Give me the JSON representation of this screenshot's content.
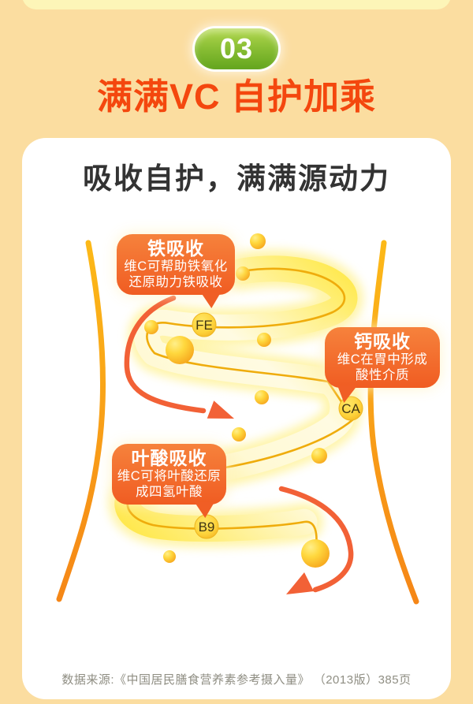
{
  "page": {
    "section_number": "03",
    "title": "满满VC 自护加乘",
    "card_title": "吸收自护，满满源动力",
    "source": "数据来源:《中国居民膳食营养素参考摄入量》 （2013版）385页"
  },
  "callouts": [
    {
      "id": "iron",
      "title": "铁吸收",
      "line1": "维C可帮助铁氧化",
      "line2": "还原助力铁吸收"
    },
    {
      "id": "calcium",
      "title": "钙吸收",
      "line1": "维C在胃中形成",
      "line2": "酸性介质"
    },
    {
      "id": "folate",
      "title": "叶酸吸收",
      "line1": "维C可将叶酸还原",
      "line2": "成四氢叶酸"
    }
  ],
  "markers": [
    {
      "label": "FE"
    },
    {
      "label": "CA"
    },
    {
      "label": "B9"
    }
  ],
  "colors": {
    "background": "#fbdda0",
    "top_strip": "#fdf5b8",
    "title_orange": "#f4470e",
    "badge_green": "#8cc036",
    "bubble_orange": "#f05c22",
    "ribbon_yellow": "#ffe843",
    "body_line_orange": "#f8961b",
    "arrow_orange": "#f26136",
    "source_gray": "#8f8e83"
  }
}
